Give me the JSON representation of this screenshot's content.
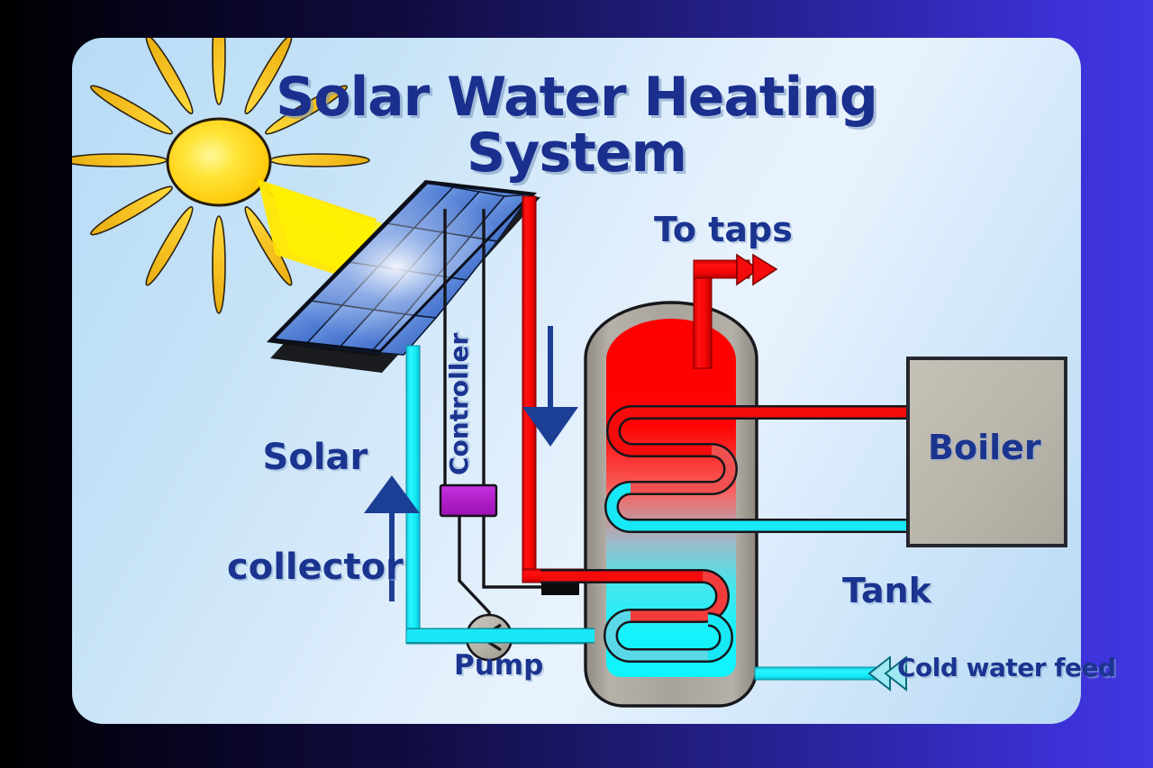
{
  "diagram": {
    "title_line1": "Solar Water Heating",
    "title_line2": "System",
    "labels": {
      "solar_collector_line1": "Solar",
      "solar_collector_line2": "collector",
      "controller": "Controller",
      "pump": "Pump",
      "to_taps": "To taps",
      "tank": "Tank",
      "boiler": "Boiler",
      "cold_water_feed": "Cold water feed"
    },
    "colors": {
      "title_blue": "#1b2f8e",
      "label_blue": "#1b3490",
      "hot_pipe_red": "#f50b0b",
      "cold_pipe_cyan": "#18e8f5",
      "controller_purple": "#b01ec8",
      "tank_shell_gray": "#a9a49c",
      "boiler_gray": "#bdb8ae",
      "sun_yellow": "#ffd400",
      "beam_yellow": "#ffe300",
      "arrow_navy": "#1c3f96",
      "panel_background": "#d4e8fa",
      "outer_gradient_left": "#000000",
      "outer_gradient_right": "#4238e0"
    },
    "components": [
      {
        "name": "sun",
        "icon": "sun-icon",
        "rays": 12
      },
      {
        "name": "light-beam",
        "icon": "light-beam-icon"
      },
      {
        "name": "solar-collector-panel",
        "icon": "solar-panel-icon",
        "cell_columns": 4,
        "cell_rows": 9
      },
      {
        "name": "controller-box",
        "icon": "controller-box-icon"
      },
      {
        "name": "pump",
        "icon": "pump-icon"
      },
      {
        "name": "temperature-sensor",
        "icon": "sensor-icon"
      },
      {
        "name": "storage-tank",
        "icon": "tank-icon"
      },
      {
        "name": "upper-heat-exchanger-coil",
        "icon": "coil-icon"
      },
      {
        "name": "lower-heat-exchanger-coil",
        "icon": "coil-icon"
      },
      {
        "name": "boiler",
        "icon": "boiler-icon"
      },
      {
        "name": "flow-arrow-up",
        "icon": "arrow-up-icon"
      },
      {
        "name": "flow-arrow-down",
        "icon": "arrow-down-icon"
      },
      {
        "name": "to-taps-arrow",
        "icon": "arrow-right-double-icon"
      },
      {
        "name": "cold-feed-arrow",
        "icon": "arrow-left-double-icon"
      }
    ]
  }
}
